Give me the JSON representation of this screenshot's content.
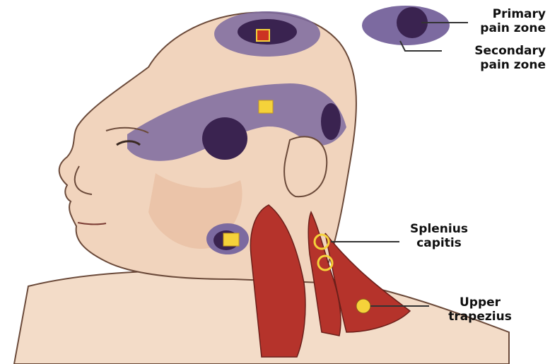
{
  "legend": {
    "primary": [
      "Primary",
      "pain zone"
    ],
    "secondary": [
      "Secondary",
      "pain zone"
    ]
  },
  "muscles": {
    "splenius": [
      "Splenius",
      "capitis"
    ],
    "trapezius": [
      "Upper",
      "trapezius"
    ]
  },
  "colors": {
    "skin": "#f1d4bd",
    "outline": "#6b4a3a",
    "primary_zone": "#3a2350",
    "secondary_zone": "#7c6aa0",
    "muscle": "#b5332b",
    "trigger_point": "#f5d23a"
  }
}
